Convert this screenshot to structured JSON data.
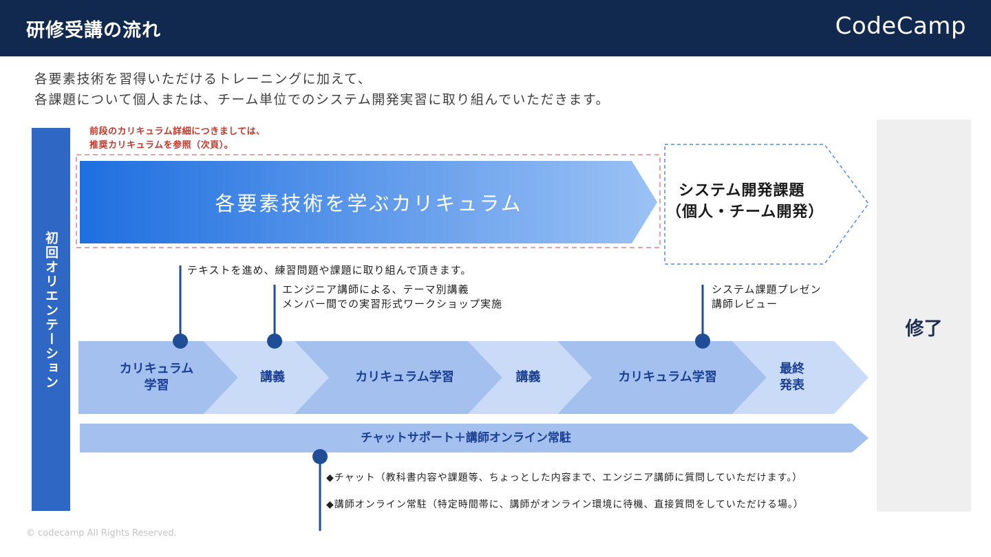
{
  "header": {
    "title": "研修受講の流れ",
    "logo": "CodeCamp"
  },
  "intro": {
    "line1": "各要素技術を習得いただけるトレーニングに加えて、",
    "line2": "各課題について個人または、チーム単位でのシステム開発実習に取り組んでいただきます。"
  },
  "note": {
    "line1": "前段のカリキュラム詳細につきましては、",
    "line2": "推奨カリキュラムを参照（次頁）。"
  },
  "orientation": {
    "label": "初回オリエンテーション"
  },
  "curriculum_arrow": {
    "label": "各要素技術を学ぶカリキュラム"
  },
  "system_arrow": {
    "line1": "システム開発課題",
    "line2": "（個人・チーム開発）"
  },
  "finish": {
    "label": "修了"
  },
  "callouts": {
    "text_study": "テキストを進め、練習問題や課題に取り組んで頂きます。",
    "lecture_line1": "エンジニア講師による、テーマ別講義",
    "lecture_line2": "メンバー間での実習形式ワークショップ実施",
    "review_line1": "システム課題プレゼン",
    "review_line2": "講師レビュー"
  },
  "flow": {
    "step1_line1": "カリキュラム",
    "step1_line2": "学習",
    "step2": "講義",
    "step3": "カリキュラム学習",
    "step4": "講義",
    "step5": "カリキュラム学習",
    "step6_line1": "最終",
    "step6_line2": "発表"
  },
  "support": {
    "label": "チャットサポート＋講師オンライン常駐",
    "bullet1": "◆チャット（教科書内容や課題等、ちょっとした内容まで、エンジニア講師に質問していただけます。）",
    "bullet2": "◆講師オンライン常駐（特定時間帯に、講師がオンライン環境に待機、直接質問をしていただける場。）"
  },
  "footer": {
    "copyright": "© codecamp  All Rights Reserved."
  },
  "colors": {
    "header": "#12294f",
    "accent": "#2f67c4",
    "step_dark": "#a3c0ef",
    "step_light": "#c9dbf7",
    "note": "#c0392b"
  }
}
